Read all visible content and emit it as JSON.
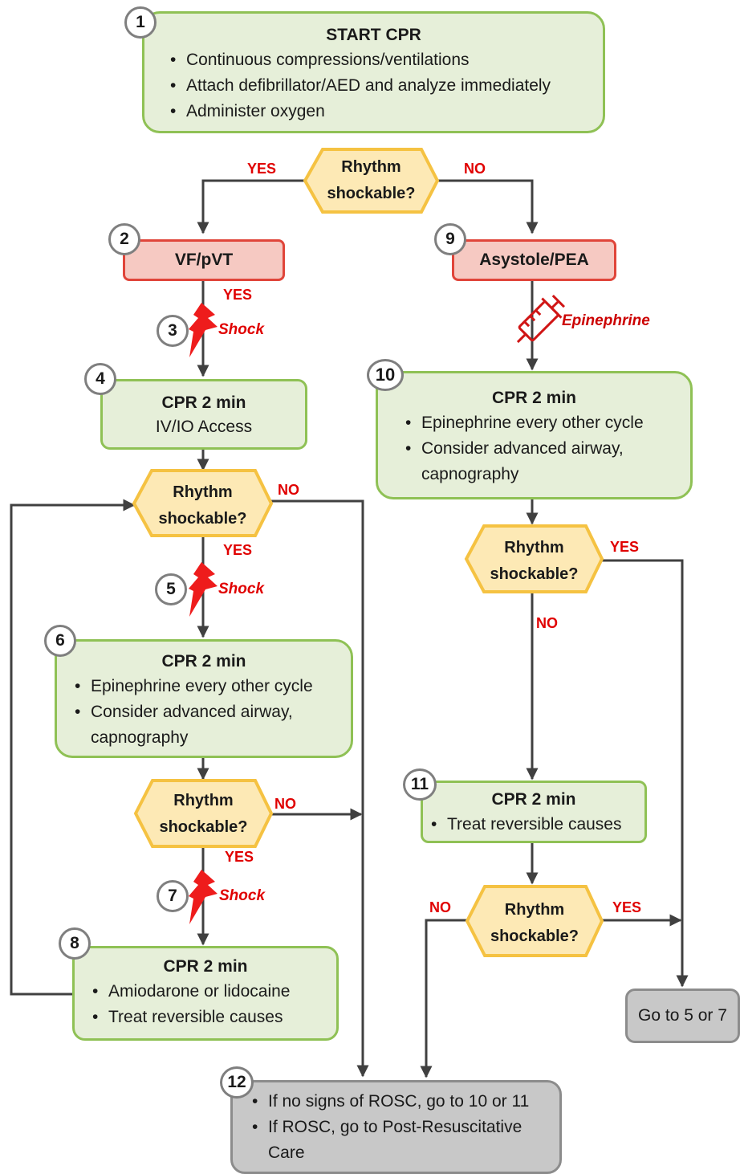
{
  "nodes": {
    "n1": {
      "number": "1",
      "title": "START CPR",
      "bullets": [
        "Continuous compressions/ventilations",
        "Attach defibrillator/AED and analyze immediately",
        "Administer oxygen"
      ]
    },
    "n2": {
      "number": "2",
      "label": "VF/pVT"
    },
    "n3": {
      "number": "3",
      "label": "Shock"
    },
    "n4": {
      "number": "4",
      "title": "CPR 2 min",
      "subtitle": "IV/IO Access"
    },
    "n5": {
      "number": "5",
      "label": "Shock"
    },
    "n6": {
      "number": "6",
      "title": "CPR 2 min",
      "bullets": [
        "Epinephrine every other cycle",
        "Consider advanced airway, capnography"
      ]
    },
    "n7": {
      "number": "7",
      "label": "Shock"
    },
    "n8": {
      "number": "8",
      "title": "CPR 2 min",
      "bullets": [
        "Amiodarone or lidocaine",
        "Treat reversible causes"
      ]
    },
    "n9": {
      "number": "9",
      "label": "Asystole/PEA",
      "drug": "Epinephrine"
    },
    "n10": {
      "number": "10",
      "title": "CPR 2 min",
      "bullets": [
        "Epinephrine every other cycle",
        "Consider advanced airway, capnography"
      ]
    },
    "n11": {
      "number": "11",
      "title": "CPR 2 min",
      "bullets": [
        "Treat reversible causes"
      ]
    },
    "n12": {
      "number": "12",
      "bullets": [
        "If no signs of ROSC, go to 10 or 11",
        "If ROSC, go to Post-Resuscitative Care"
      ]
    },
    "goto": {
      "label": "Go to 5 or 7"
    }
  },
  "decision": {
    "line1": "Rhythm",
    "line2": "shockable?"
  },
  "edge_labels": {
    "yes": "YES",
    "no": "NO"
  },
  "colors": {
    "action_fill": "#e6efd9",
    "action_border": "#8fc155",
    "rhythm_fill": "#f6c9c2",
    "rhythm_border": "#e0453a",
    "decision_fill": "#fde9b5",
    "decision_border": "#f5c242",
    "end_fill": "#c8c8c8",
    "end_border": "#8c8c8c",
    "label_red": "#e00000",
    "connector": "#404040"
  }
}
